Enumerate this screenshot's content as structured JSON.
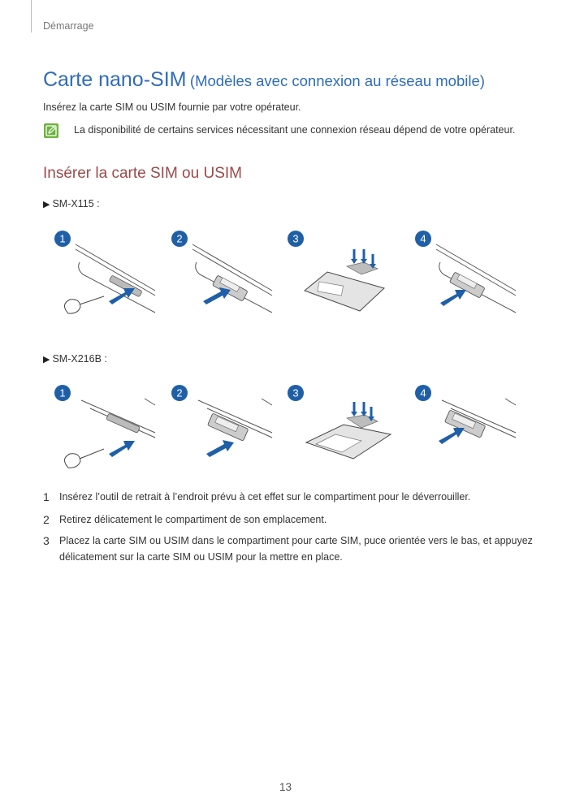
{
  "header": {
    "section": "Démarrage"
  },
  "title": {
    "main": "Carte nano-SIM",
    "sub": "(Modèles avec connexion au réseau mobile)"
  },
  "intro": "Insérez la carte SIM ou USIM fournie par votre opérateur.",
  "note": {
    "icon": "pencil-note-icon",
    "text": "La disponibilité de certains services nécessitant une connexion réseau dépend de votre opérateur."
  },
  "section_heading": "Insérer la carte SIM ou USIM",
  "models": [
    {
      "label": "SM-X115 :",
      "figure_labels": [
        "1",
        "2",
        "3",
        "4"
      ]
    },
    {
      "label": "SM-X216B :",
      "figure_labels": [
        "1",
        "2",
        "3",
        "4"
      ]
    }
  ],
  "steps": [
    {
      "number": "1",
      "text": "Insérez l’outil de retrait à l’endroit prévu à cet effet sur le compartiment pour le déverrouiller."
    },
    {
      "number": "2",
      "text": "Retirez délicatement le compartiment de son emplacement."
    },
    {
      "number": "3",
      "text": "Placez la carte SIM ou USIM dans le compartiment pour carte SIM, puce orientée vers le bas, et appuyez délicatement sur la carte SIM ou USIM pour la mettre en place."
    }
  ],
  "page_number": "13",
  "colors": {
    "title": "#2f6cb8",
    "subheading": "#9c4a4a",
    "badge": "#1f5fa8",
    "note_icon": "#6db33f"
  }
}
